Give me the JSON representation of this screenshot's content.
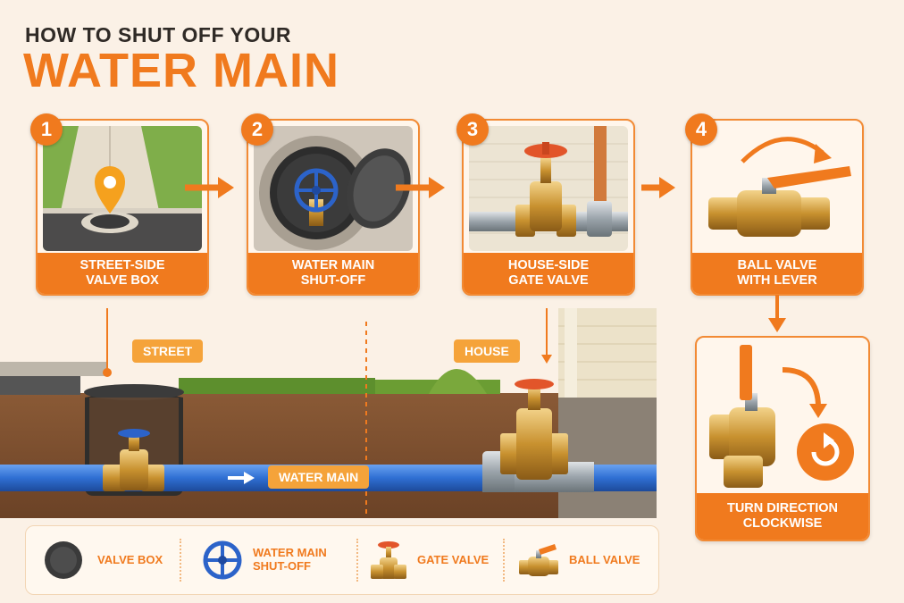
{
  "title": {
    "line1": "HOW TO SHUT OFF YOUR",
    "line2": "WATER MAIN"
  },
  "steps": [
    {
      "number": "1",
      "label": "STREET-SIDE\nVALVE BOX"
    },
    {
      "number": "2",
      "label": "WATER MAIN\nSHUT-OFF"
    },
    {
      "number": "3",
      "label": "HOUSE-SIDE\nGATE VALVE"
    },
    {
      "number": "4",
      "label": "BALL VALVE\nWITH LEVER"
    }
  ],
  "turn": {
    "label": "TURN DIRECTION\nCLOCKWISE"
  },
  "scene": {
    "street": "STREET",
    "house": "HOUSE",
    "water_main": "WATER MAIN"
  },
  "legend": [
    {
      "icon": "valve-box-icon",
      "label": "VALVE BOX"
    },
    {
      "icon": "blue-wheel-icon",
      "label": "WATER MAIN\nSHUT-OFF"
    },
    {
      "icon": "gate-valve-icon",
      "label": "GATE VALVE"
    },
    {
      "icon": "ball-valve-icon",
      "label": "BALL VALVE"
    }
  ],
  "colors": {
    "accent": "#f07a1e",
    "pipe": "#2f6fd3",
    "background": "#fbf1e6"
  }
}
